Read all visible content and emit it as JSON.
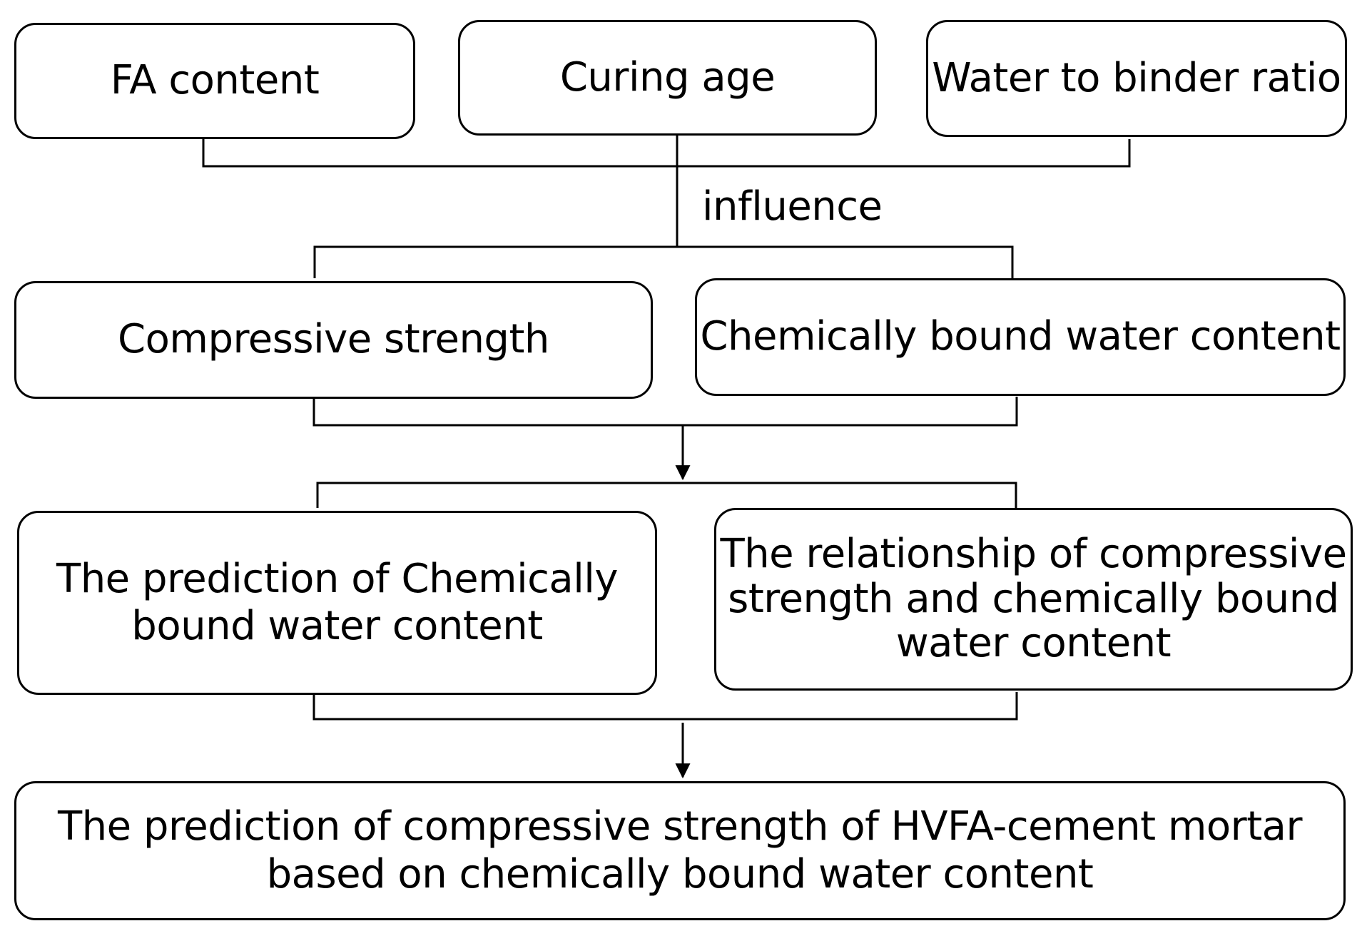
{
  "diagram": {
    "inputs": {
      "fa_content": "FA content",
      "curing_age": "Curing age",
      "water_binder_ratio": "Water to binder ratio"
    },
    "influence_label": "influence",
    "properties": {
      "compressive_strength": "Compressive strength",
      "chemically_bound_water": "Chemically bound water content"
    },
    "analyses": {
      "prediction_cbw_line1": "The prediction of Chemically",
      "prediction_cbw_line2": "bound water content",
      "relationship_line1": "The relationship of compressive",
      "relationship_line2": "strength and chemically bound",
      "relationship_line3": "water content"
    },
    "final": {
      "line1": "The prediction of compressive strength of HVFA-cement mortar",
      "line2": "based on chemically bound water content"
    }
  }
}
